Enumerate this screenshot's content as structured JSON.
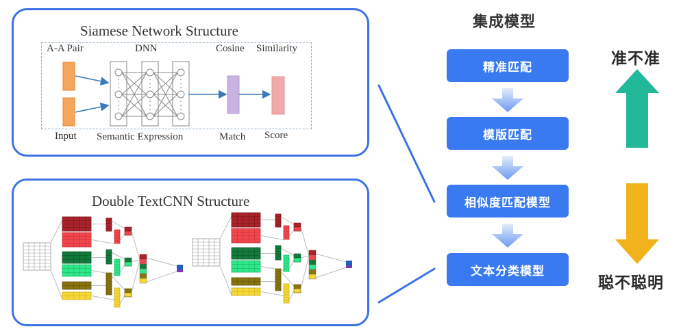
{
  "siamese": {
    "title": "Siamese Network Structure",
    "labels": {
      "pair": "A-A Pair",
      "dnn": "DNN",
      "cosine": "Cosine",
      "similarity": "Similarity",
      "input": "Input",
      "semantic": "Semantic Expression",
      "match": "Match",
      "score": "Score"
    },
    "colors": {
      "input": "#f6a65a",
      "match": "#c9b3e0",
      "score": "#f2a9ab",
      "arrow": "#3a7ab8"
    }
  },
  "textcnn": {
    "title": "Double TextCNN Structure",
    "colors": {
      "dark_red": "#a8232a",
      "red": "#f0464d",
      "dark_green": "#137a3c",
      "green": "#2ee88a",
      "olive": "#8a7410",
      "yellow": "#f5d735",
      "output_top": "#1f5fc4",
      "output_bottom": "#7a3ab5"
    }
  },
  "ensemble": {
    "title": "集成模型",
    "steps": [
      {
        "label": "精准匹配"
      },
      {
        "label": "模版匹配"
      },
      {
        "label": "相似度匹配模型"
      },
      {
        "label": "文本分类模型"
      }
    ],
    "box_color": "#3a7af0"
  },
  "indicators": {
    "up": {
      "label": "准不准",
      "color": "#22b99a"
    },
    "down": {
      "label": "聪不聪明",
      "color": "#f2b21c"
    }
  },
  "connector_color": "#3a72e6"
}
